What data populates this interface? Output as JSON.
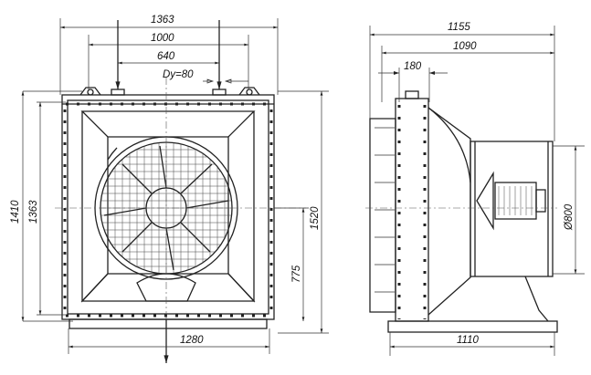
{
  "front_view": {
    "dims": {
      "width_total": "1363",
      "pipe_spacing": "1000",
      "inner_spacing": "640",
      "nozzle": "Dy=80",
      "height_total": "1410",
      "height_body": "1363",
      "height_right": "1520",
      "axis_height": "775",
      "base_width": "1280"
    }
  },
  "side_view": {
    "dims": {
      "depth_total": "1155",
      "depth_body": "1090",
      "coil_depth": "180",
      "fan_diameter": "Ø800",
      "base_length": "1110"
    }
  }
}
